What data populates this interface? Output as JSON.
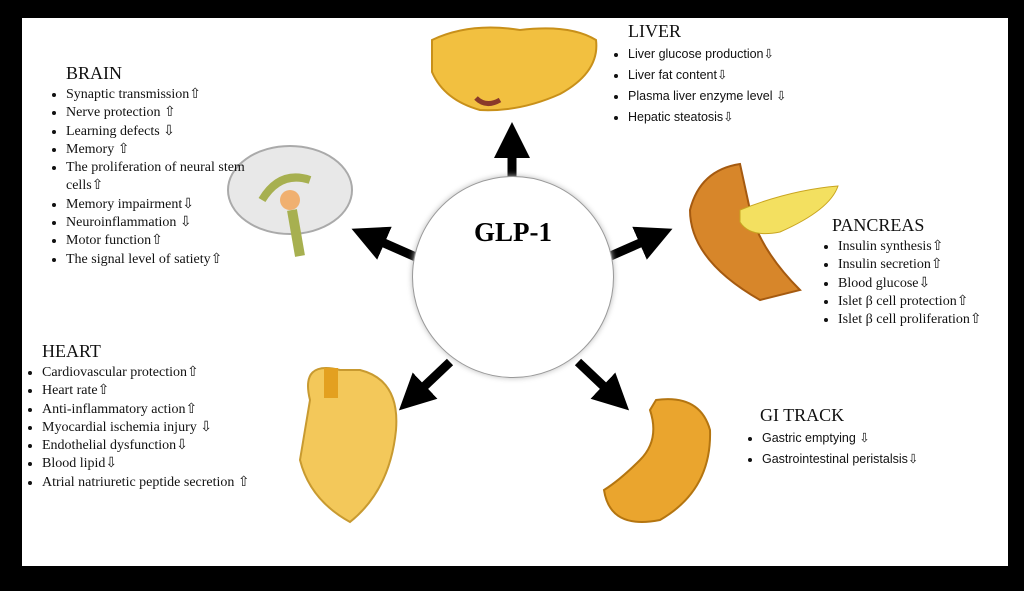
{
  "center": {
    "label": "GLP-1"
  },
  "brain": {
    "title": "BRAIN",
    "items": [
      "Synaptic transmission⇧",
      "Nerve protection ⇧",
      "Learning defects ⇩",
      "Memory ⇧",
      "The proliferation of neural stem cells⇧",
      "Memory impairment⇩",
      "Neuroinflammation ⇩",
      "Motor function⇧",
      "The signal level of satiety⇧"
    ]
  },
  "liver": {
    "title": "LIVER",
    "items": [
      "Liver glucose production⇩",
      "Liver fat content⇩",
      "Plasma liver enzyme level ⇩",
      "Hepatic steatosis⇩"
    ]
  },
  "pancreas": {
    "title": "PANCREAS",
    "items": [
      "Insulin synthesis⇧",
      "Insulin secretion⇧",
      "Blood glucose⇩",
      "Islet β cell protection⇧",
      "Islet β cell proliferation⇧"
    ]
  },
  "heart": {
    "title": "HEART",
    "items": [
      "Cardiovascular protection⇧",
      "Heart rate⇧",
      "Anti-inflammatory action⇧",
      "Myocardial ischemia injury ⇩",
      "Endothelial dysfunction⇩",
      "Blood lipid⇩",
      "Atrial natriuretic peptide secretion ⇧"
    ]
  },
  "gi": {
    "title": "GI TRACK",
    "items": [
      "Gastric emptying ⇩",
      "Gastrointestinal peristalsis⇩"
    ]
  }
}
